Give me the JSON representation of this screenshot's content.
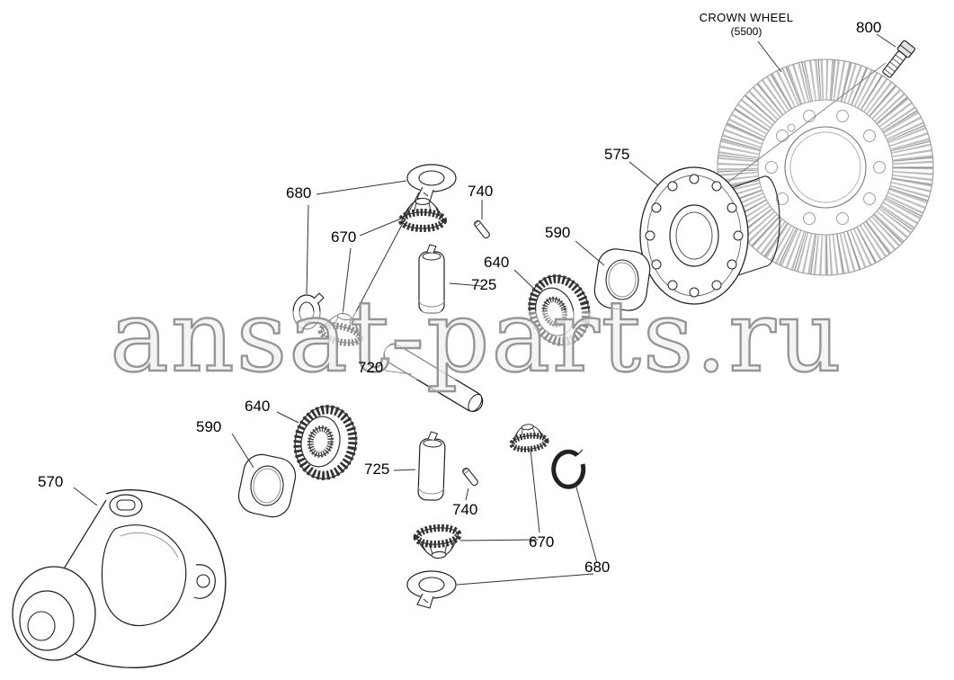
{
  "diagram": {
    "title_line1": "CROWN WHEEL",
    "title_line2": "(5500)",
    "watermark": "ansat-parts.ru",
    "labels": {
      "l800": "800",
      "l575": "575",
      "l680_top": "680",
      "l740_top": "740",
      "l670_top": "670",
      "l590_right": "590",
      "l640_right": "640",
      "l725_top": "725",
      "l720": "720",
      "l640_left": "640",
      "l590_left": "590",
      "l570": "570",
      "l725_bottom": "725",
      "l740_bottom": "740",
      "l670_bottom": "670",
      "l680_bottom": "680"
    },
    "colors": {
      "part_line": "#222222",
      "light_line": "#9e9e9e",
      "watermark_stroke": "#969696"
    }
  }
}
